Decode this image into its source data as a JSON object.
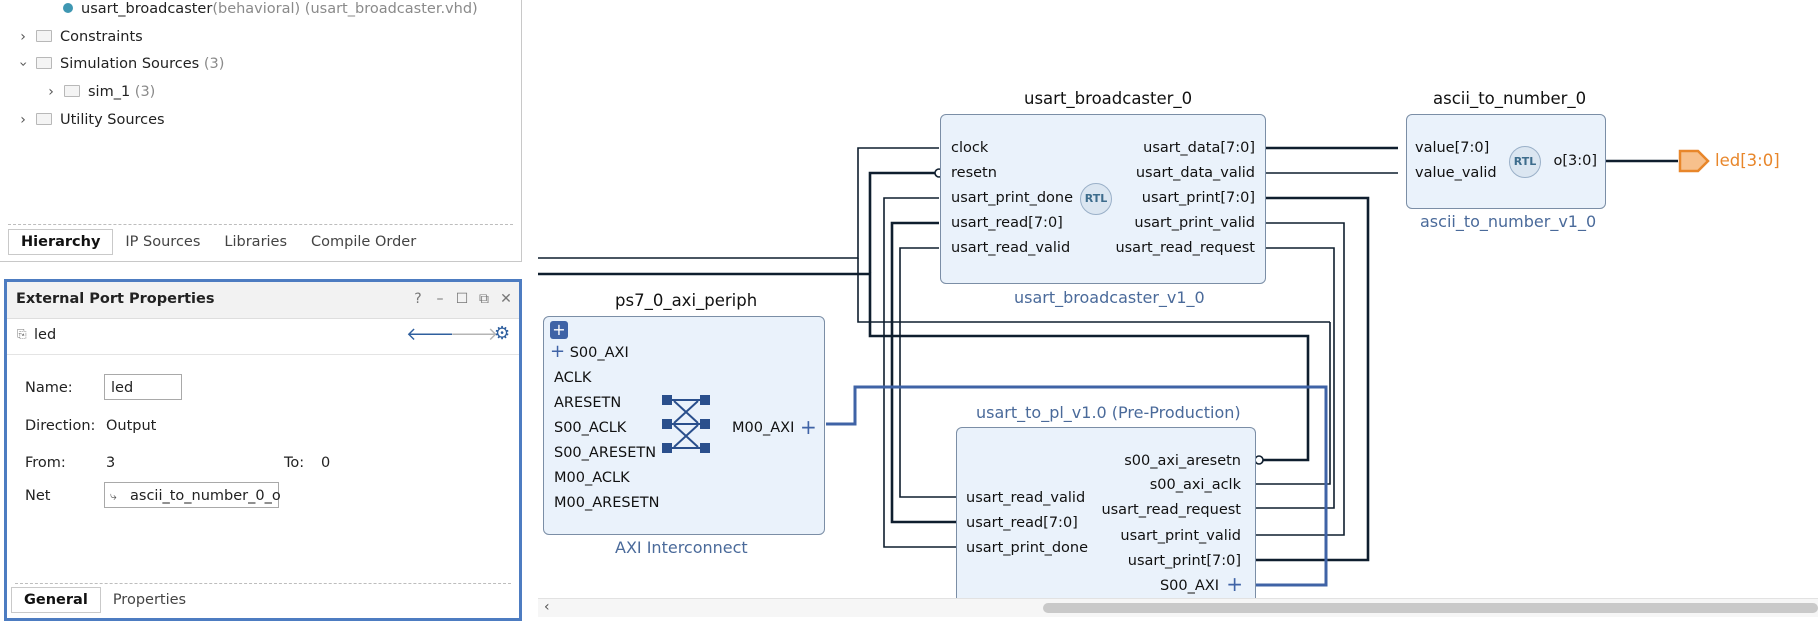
{
  "sources": {
    "tree": [
      {
        "name": "usart_broadcaster",
        "detail": "(behavioral) (usart_broadcaster.vhd)"
      },
      {
        "name": "Constraints",
        "count": ""
      },
      {
        "name": "Simulation Sources",
        "count": "(3)"
      },
      {
        "name": "sim_1",
        "count": "(3)"
      },
      {
        "name": "Utility Sources",
        "count": ""
      }
    ],
    "tabs": [
      "Hierarchy",
      "IP Sources",
      "Libraries",
      "Compile Order"
    ]
  },
  "properties": {
    "title": "External Port Properties",
    "object": "led",
    "fields": {
      "name_label": "Name:",
      "name_value": "led",
      "direction_label": "Direction:",
      "direction_value": "Output",
      "from_label": "From:",
      "from_value": "3",
      "to_label": "To:",
      "to_value": "0",
      "net_label": "Net",
      "net_value": "ascii_to_number_0_o"
    },
    "tabs": [
      "General",
      "Properties"
    ]
  },
  "diagram": {
    "blocks": {
      "usart_broadcaster": {
        "title": "usart_broadcaster_0",
        "subtitle": "usart_broadcaster_v1_0",
        "badge": "RTL",
        "inputs": [
          "clock",
          "resetn",
          "usart_print_done",
          "usart_read[7:0]",
          "usart_read_valid"
        ],
        "outputs": [
          "usart_data[7:0]",
          "usart_data_valid",
          "usart_print[7:0]",
          "usart_print_valid",
          "usart_read_request"
        ]
      },
      "ascii_to_number": {
        "title": "ascii_to_number_0",
        "subtitle": "ascii_to_number_v1_0",
        "badge": "RTL",
        "inputs": [
          "value[7:0]",
          "value_valid"
        ],
        "outputs": [
          "o[3:0]"
        ]
      },
      "axi_periph": {
        "title": "ps7_0_axi_periph",
        "subtitle": "AXI Interconnect",
        "inputs": [
          "S00_AXI",
          "ACLK",
          "ARESETN",
          "S00_ACLK",
          "S00_ARESETN",
          "M00_ACLK",
          "M00_ARESETN"
        ],
        "outputs": [
          "M00_AXI"
        ]
      },
      "usart_to_pl": {
        "subtitle": "usart_to_pl_v1.0 (Pre-Production)",
        "inputs": [
          "usart_read_valid",
          "usart_read[7:0]",
          "usart_print_done"
        ],
        "outputs": [
          "s00_axi_aresetn",
          "s00_axi_aclk",
          "usart_read_request",
          "usart_print_valid",
          "usart_print[7:0]",
          "S00_AXI"
        ]
      }
    },
    "external_port": "led[3:0]",
    "colors": {
      "block_fill": "#eaf2fb",
      "port_orange": "#e8862a",
      "bus_blue": "#3f63a6",
      "wire": "#0f1e2e"
    }
  }
}
